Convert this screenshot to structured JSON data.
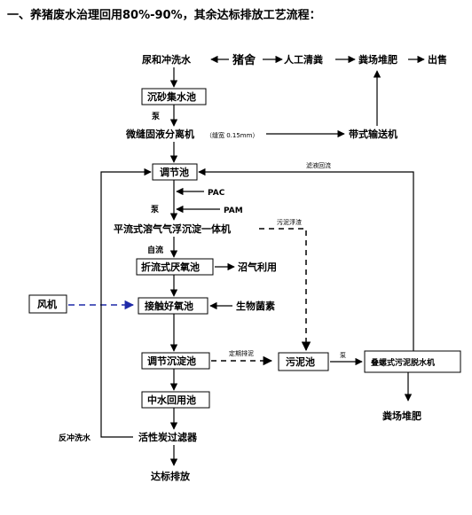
{
  "title": "一、养猪废水治理回用80%-90%，其余达标排放工艺流程：",
  "nodes": {
    "urine_wash": "尿和冲洗水",
    "pig_house": "猪舍",
    "manual_clean": "人工清粪",
    "manure_pile_top": "粪场堆肥",
    "sell": "出售",
    "grit_tank": "沉砂集水池",
    "pump1": "泵",
    "micro_filter": "微缝固液分离机",
    "micro_filter_note": "（缝宽 0.15mm）",
    "belt_conveyor": "带式输送机",
    "equalization": "调节池",
    "pac": "PAC",
    "pump2": "泵",
    "pam": "PAM",
    "daf": "平流式溶气气浮沉淀一体机",
    "scum_label": "污泥浮渣",
    "gravity": "自流",
    "anaerobic": "折流式厌氧池",
    "biogas": "沼气利用",
    "blower": "风机",
    "contact_oxidation": "接触好氧池",
    "bio_agent": "生物菌素",
    "settling": "调节沉淀池",
    "periodic_discharge": "定期排泥",
    "sludge_tank": "污泥池",
    "pump3": "泵",
    "dewater": "叠螺式污泥脱水机",
    "manure_pile_bottom": "粪场堆肥",
    "reuse_tank": "中水回用池",
    "carbon_filter": "活性炭过滤器",
    "backwash": "反冲洗水",
    "discharge": "达标排放",
    "filtrate_return": "滤液回流"
  }
}
